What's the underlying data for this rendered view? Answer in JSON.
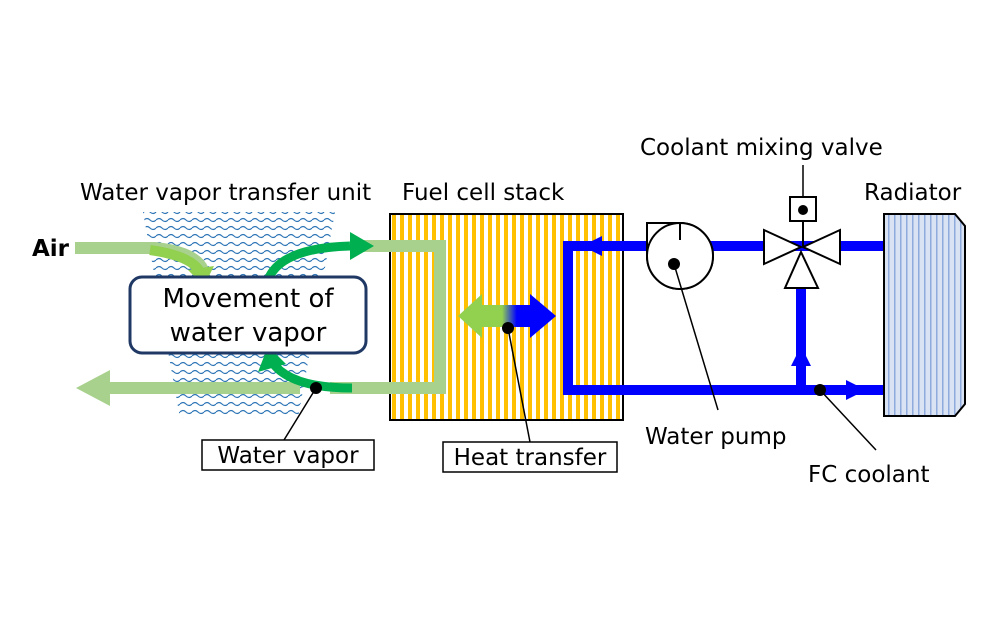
{
  "labels": {
    "air": "Air",
    "water_vapor_transfer_unit": "Water vapor transfer unit",
    "fuel_cell_stack": "Fuel cell stack",
    "coolant_mixing_valve": "Coolant mixing valve",
    "radiator": "Radiator",
    "movement_line1": "Movement of",
    "movement_line2": "water vapor",
    "water_vapor": "Water vapor",
    "heat_transfer": "Heat transfer",
    "water_pump": "Water pump",
    "fc_coolant": "FC coolant"
  },
  "colors": {
    "coolant": "#0000ff",
    "air_light": "#a9d18e",
    "air_dark": "#00b050",
    "stack_stripe": "#ffc000",
    "vapor_pattern": "#2e75b6",
    "box_border": "#1f3864",
    "radiator_fill": "#dae3f3"
  }
}
